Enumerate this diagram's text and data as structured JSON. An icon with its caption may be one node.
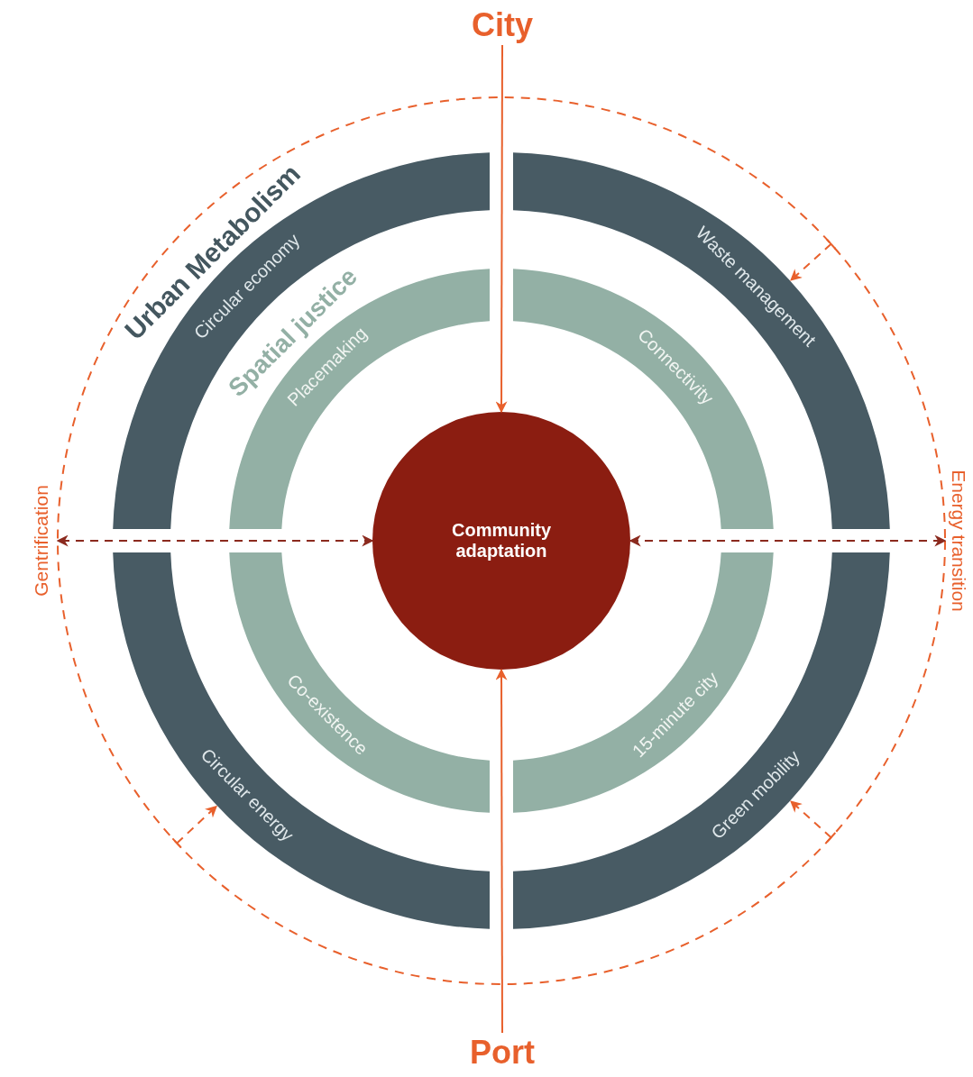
{
  "diagram": {
    "nodes": [
      {
        "text": [
          "City"
        ]
      },
      {
        "text": [
          "Gentrification",
          "Energy transition"
        ]
      },
      {
        "text": [
          "Urban Metabolism",
          "Circular economy"
        ],
        "in": 1
      },
      {
        "text": [
          "Waste management"
        ],
        "in": 1
      },
      {
        "text": [
          "Spatial justice",
          "Placemaking"
        ],
        "in": 1
      },
      {
        "text": [
          "Connectivity"
        ],
        "in": 1
      },
      {
        "text": [
          "Community adaptation"
        ],
        "in": 1
      },
      {
        "text": [
          "Co-existence"
        ],
        "in": 1
      },
      {
        "text": [
          "15-minute city"
        ],
        "in": 1
      },
      {
        "text": [
          "Circular energy"
        ],
        "in": 1
      },
      {
        "text": [
          "Green mobility"
        ],
        "in": 1
      },
      {
        "text": [
          "Port"
        ]
      }
    ],
    "edges": [
      {
        "from": 0,
        "to": 6,
        "arrow": "to"
      },
      {
        "from": 11,
        "to": 6,
        "arrow": "to"
      },
      {
        "from": 6,
        "to": 1,
        "arrow": "both",
        "style": "dashed",
        "color": "#8b2a1e"
      },
      {
        "from": 6,
        "to": 1,
        "arrow": "both",
        "style": "dashed",
        "color": "#8b2a1e"
      },
      {
        "from": 1,
        "to": 3,
        "arrow": "to",
        "style": "dashed"
      },
      {
        "from": 1,
        "to": 10,
        "arrow": "to",
        "style": "dashed"
      },
      {
        "from": 1,
        "to": 9,
        "arrow": "to",
        "style": "dashed"
      }
    ]
  }
}
